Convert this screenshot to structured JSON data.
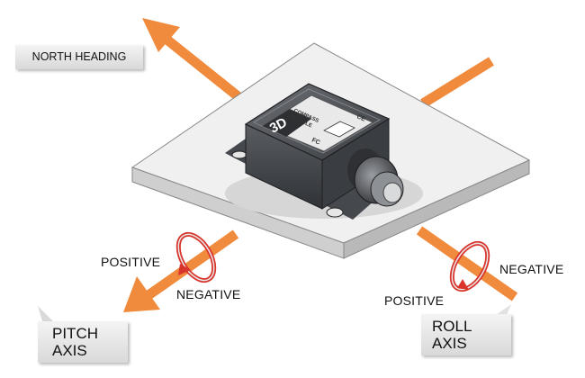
{
  "heading_label": "NORTH HEADING",
  "pitch": {
    "positive_label": "POSITIVE",
    "negative_label": "NEGATIVE",
    "axis_line1": "PITCH",
    "axis_line2": "AXIS"
  },
  "roll": {
    "positive_label": "POSITIVE",
    "negative_label": "NEGATIVE",
    "axis_line1": "ROLL",
    "axis_line2": "AXIS"
  },
  "device": {
    "badge": "3D",
    "line1": "COMPASS",
    "line2": "MODULE",
    "fc_mark": "FC",
    "ce_mark": "CE"
  },
  "colors": {
    "axis_arrow": "#f08a3c",
    "rotation_arrow": "#d9342b",
    "rotation_arrow_inner": "#e8e8e8",
    "plate": "#eeeeee",
    "housing": "#4a4d52"
  },
  "icons": {
    "rotation": "circular-arrow-icon",
    "axis": "arrow-icon"
  }
}
